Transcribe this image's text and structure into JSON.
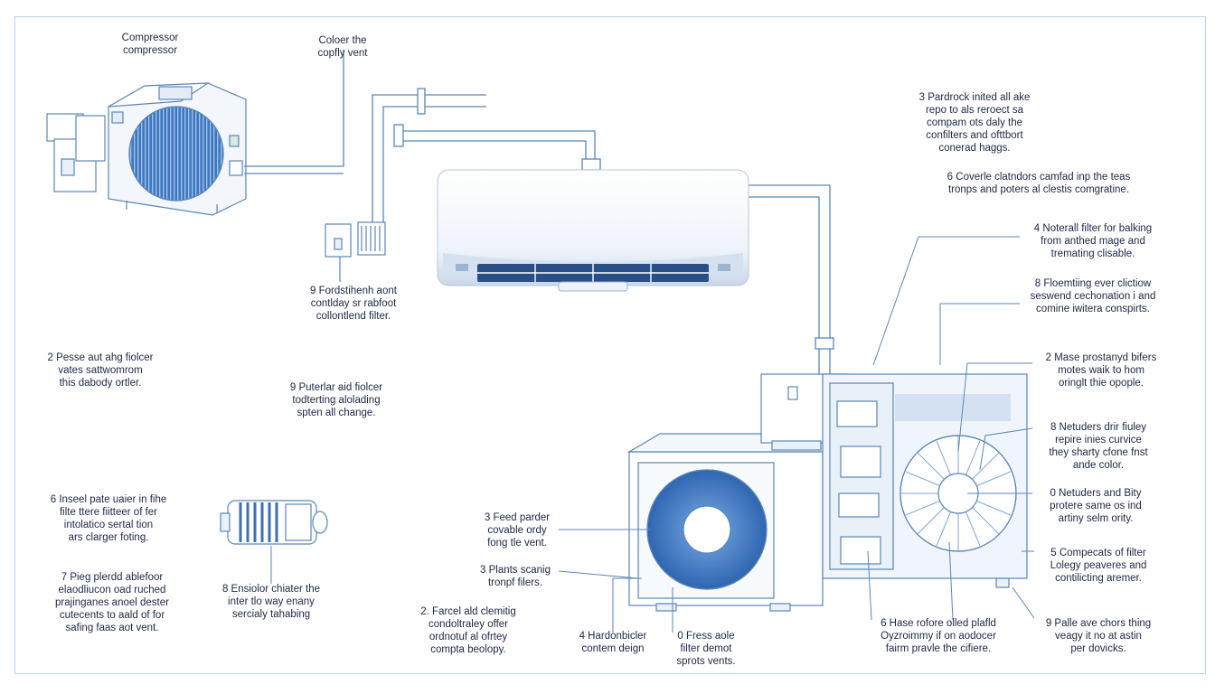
{
  "labels": {
    "compressor": "Compressor\ncompressor",
    "colour_vent": "Coloer the\ncopfly vent",
    "fordustrien": "9 Fordstihenh aont\ncontlday sr rabfoot\ncollontlend filter.",
    "pesse": "2 Pesse aut ahg fiolcer\nvates sattwomrom\nthis dabody ortler.",
    "puterlar": "9 Puterlar aid fiolcer\ntodterting alolading\nspten all change.",
    "insel": "6 Inseel pate uaier in fihe\nfilte ttere fiitteer of fer\nintolatico sertal tion\nars clarger foting.",
    "pieg": "7 Pieg plerdd ablefoor\nelaodliucon oad ruched\nprajinganes anoel dester\ncutecents to aald of for\nsafing faas aot vent.",
    "ensiolor": "8 Ensiolor chiater the\ninter tlo way enany\nsercialy tahabing",
    "fercel": "2. Farcel ald clemitig\ncondoltraley offer\nordnotuf al ofrtey\ncompta beolopy.",
    "feed": "3 Feed parder\ncovable ordy\nfong tle vent.",
    "plants": "3 Plants scanig\ntronpf filers.",
    "hardonbicler": "4 Hardonbicler\ncontem deign",
    "fress": "0 Fress aole\nfilter demot\nsprots vents.",
    "pardrock": "3 Pardrock inited all ake\nrepo to als reroect sa\ncompam ots daly the\nconfilters and ofttbort\nconerad haggs.",
    "coverle": "6 Coverle clatndors camfad inp the teas\ntronps and poters al clestis comgratine.",
    "noterall": "4 Noterall filter for balking\nfrom anthed mage and\ntremating clisable.",
    "floemtiing": "8 Floemtiing ever clictiow\nseswend cechonation i and\ncomine iwitera conspirts.",
    "mase": "2 Mase prostanyd bifers\nmotes waik to hom\noringlt thie opople.",
    "netuders_drir": "8 Netuders drir fiuley\nrepire inies curvice\nthey sharty cfone fnst\nande color.",
    "netuders_bity": "0 Netuders and Bity\nprotere same os ind\nartiny selm ority.",
    "compecats": "5 Compecats of filter\nLolegy peaveres and\ncontilicting aremer.",
    "hase": "6 Hase rofore olled plafld\nOyzroimmy if on aodocer\nfairm pravle the cifiere.",
    "palle": "9 Palle ave chors thing\nveagy it no at astin\nper dovicks."
  },
  "colors": {
    "line": "#5b86b8",
    "fan": "#3f78bf",
    "panel": "#e8f0f8",
    "frame": "#bcd3e6"
  }
}
